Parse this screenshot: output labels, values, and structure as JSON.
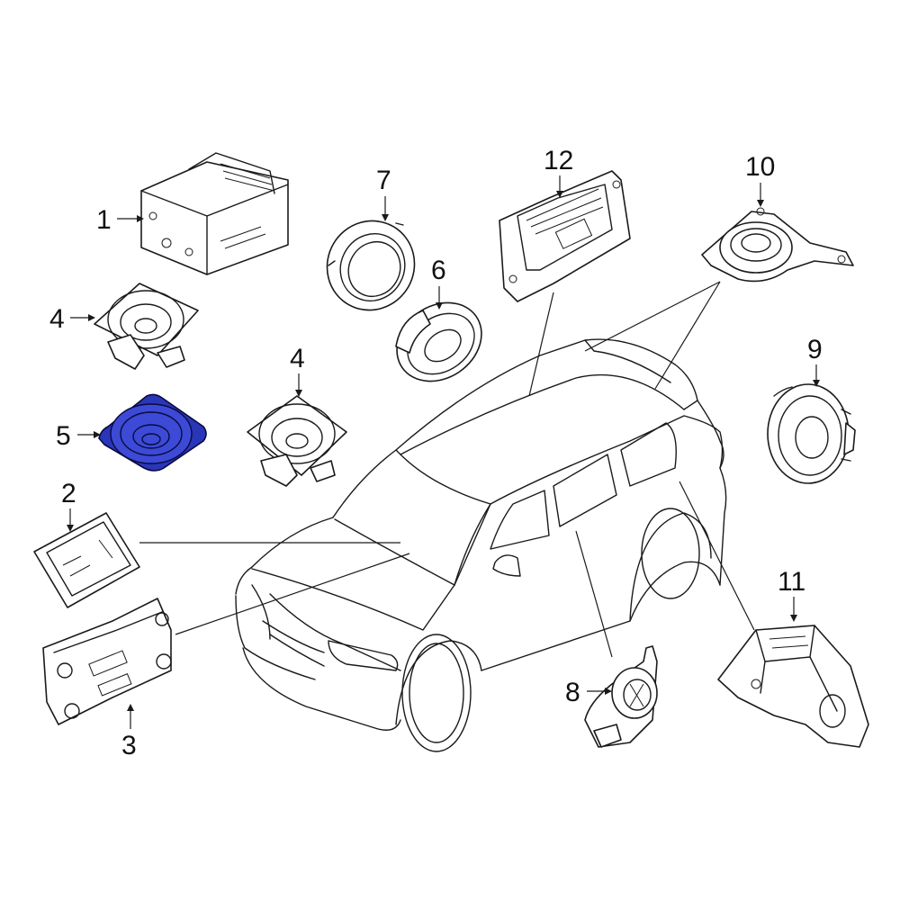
{
  "diagram": {
    "highlighted_part": "5",
    "highlight_color": "#2a36b8",
    "line_color": "#1a1a1a",
    "callouts": [
      {
        "id": "c1",
        "label": "1",
        "part": "radio-unit"
      },
      {
        "id": "c2",
        "label": "2",
        "part": "display-screen"
      },
      {
        "id": "c3",
        "label": "3",
        "part": "control-panel"
      },
      {
        "id": "c4a",
        "label": "4",
        "part": "speaker-left"
      },
      {
        "id": "c4b",
        "label": "4",
        "part": "speaker-center"
      },
      {
        "id": "c5",
        "label": "5",
        "part": "speaker-highlighted"
      },
      {
        "id": "c6",
        "label": "6",
        "part": "oval-speaker"
      },
      {
        "id": "c7",
        "label": "7",
        "part": "speaker-adapter-ring"
      },
      {
        "id": "c8",
        "label": "8",
        "part": "subwoofer-bracket"
      },
      {
        "id": "c9",
        "label": "9",
        "part": "door-speaker"
      },
      {
        "id": "c10",
        "label": "10",
        "part": "tweeter-bracket"
      },
      {
        "id": "c11",
        "label": "11",
        "part": "subwoofer-enclosure"
      },
      {
        "id": "c12",
        "label": "12",
        "part": "amplifier"
      }
    ]
  }
}
